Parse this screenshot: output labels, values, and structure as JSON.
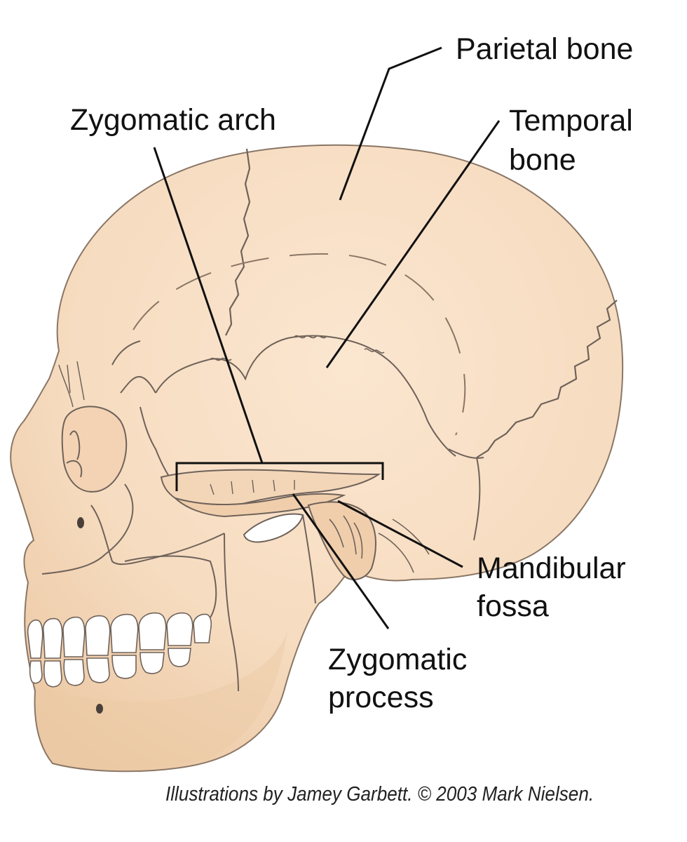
{
  "labels": {
    "parietal_bone": "Parietal bone",
    "zygomatic_arch": "Zygomatic arch",
    "temporal_bone_line1": "Temporal",
    "temporal_bone_line2": "bone",
    "mandibular_fossa_line1": "Mandibular",
    "mandibular_fossa_line2": "fossa",
    "zygomatic_process_line1": "Zygomatic",
    "zygomatic_process_line2": "process"
  },
  "credit": "Illustrations by Jamey Garbett. © 2003 Mark Nielsen.",
  "colors": {
    "bone": "#f6dcc0",
    "bone_shadow": "#ecc9a5",
    "outline": "#8a7666",
    "suture": "#6f625a",
    "leader": "#111111",
    "teeth": "#ffffff"
  }
}
